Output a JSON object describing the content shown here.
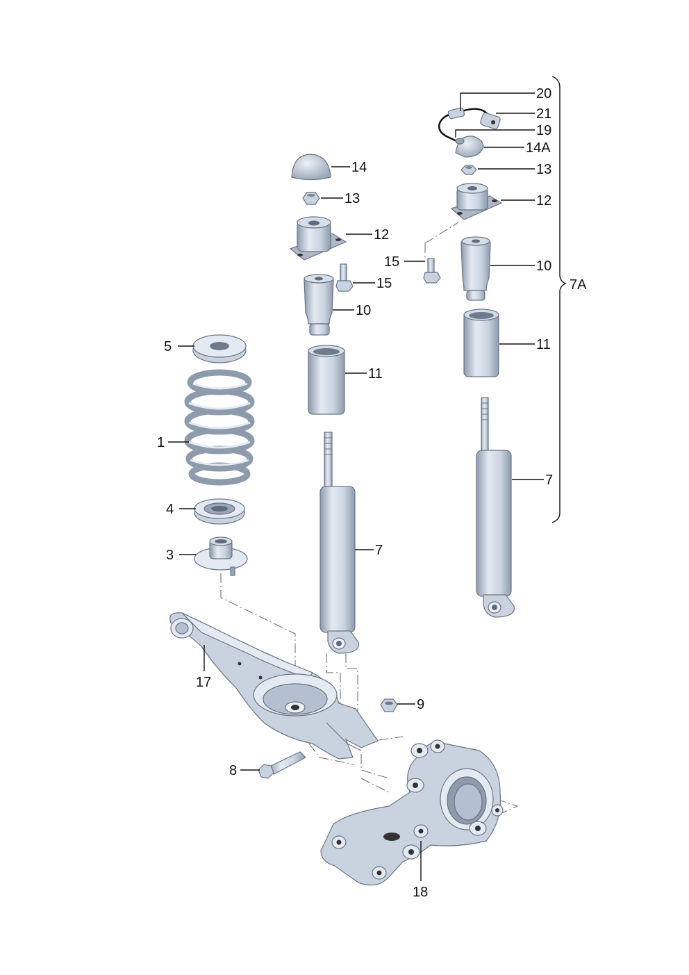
{
  "diagram": {
    "callouts": {
      "c20": "20",
      "c21": "21",
      "c19": "19",
      "c14a": "14A",
      "c13_right": "13",
      "c12_right": "12",
      "c10_right": "10",
      "c7a": "7A",
      "c11_right": "11",
      "c7_right": "7",
      "c15_right": "15",
      "c14_left": "14",
      "c13_left": "13",
      "c12_left": "12",
      "c15_left": "15",
      "c10_left": "10",
      "c11_left": "11",
      "c7_left": "7",
      "c5": "5",
      "c1": "1",
      "c4": "4",
      "c3": "3",
      "c17": "17",
      "c9": "9",
      "c8": "8",
      "c18": "18"
    },
    "colors": {
      "part_fill": "#c9d3e0",
      "part_light": "#e4eaf2",
      "part_dark": "#8e9bad",
      "line": "#111111"
    }
  }
}
